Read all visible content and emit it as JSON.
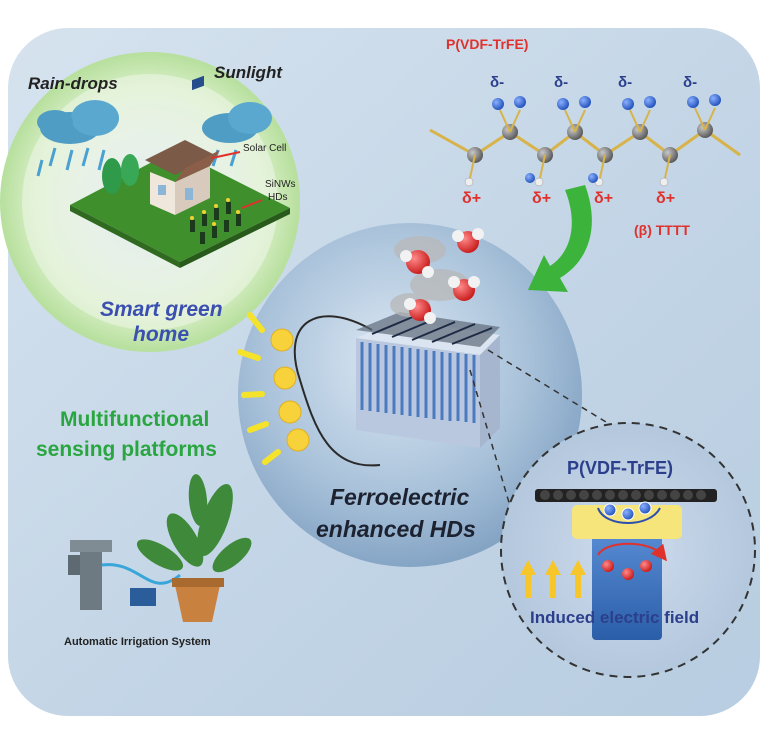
{
  "polymer": {
    "title": "P(VDF-TrFE)",
    "delta_minus": [
      "δ-",
      "δ-",
      "δ-",
      "δ-"
    ],
    "delta_plus": [
      "δ+",
      "δ+",
      "δ+",
      "δ+"
    ],
    "phase": "(β) TTTT"
  },
  "home": {
    "rain_label": "Rain-drops",
    "sun_label": "Sunlight",
    "solar_label": "Solar Cell",
    "sinws_line1": "SiNWs",
    "sinws_line2": "HDs",
    "caption_line1": "Smart green",
    "caption_line2": "home"
  },
  "platforms": {
    "line1": "Multifunctional",
    "line2": "sensing platforms"
  },
  "irrigation_label": "Automatic Irrigation System",
  "center": {
    "line1": "Ferroelectric",
    "line2": "enhanced HDs"
  },
  "zoom": {
    "title": "P(VDF-TrFE)",
    "field_label": "Induced electric field"
  },
  "colors": {
    "bg_panel": "#c4d6e6",
    "green_text": "#2aa640",
    "blue_caption": "#3a4fb0",
    "red_text": "#e0312c",
    "arrow_green": "#3cb43c",
    "yellow": "#f7c62a"
  }
}
